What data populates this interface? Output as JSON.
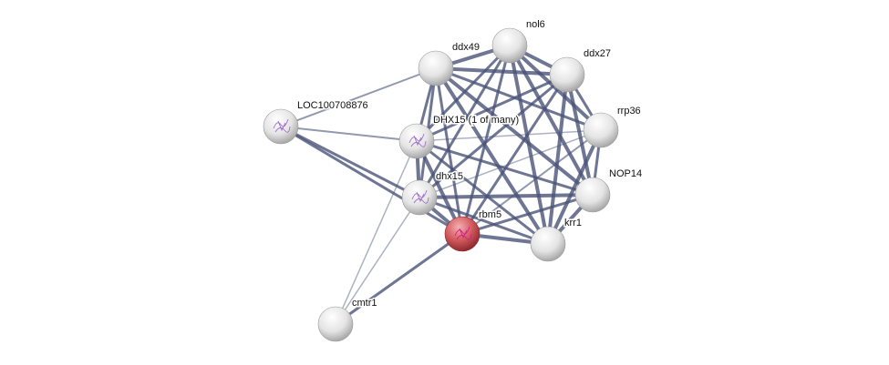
{
  "network": {
    "query_color": "#c9454a",
    "node_color": "#e8e8e8",
    "edge_color": "#4a5478",
    "nodes": [
      {
        "id": "nol6",
        "label": "nol6",
        "query": false,
        "structure": false
      },
      {
        "id": "ddx49",
        "label": "ddx49",
        "query": false,
        "structure": false
      },
      {
        "id": "ddx27",
        "label": "ddx27",
        "query": false,
        "structure": false
      },
      {
        "id": "LOC100708876",
        "label": "LOC100708876",
        "query": false,
        "structure": true
      },
      {
        "id": "DHX15",
        "label": "DHX15 (1 of many)",
        "query": false,
        "structure": true
      },
      {
        "id": "rrp36",
        "label": "rrp36",
        "query": false,
        "structure": false
      },
      {
        "id": "dhx15",
        "label": "dhx15",
        "query": false,
        "structure": true
      },
      {
        "id": "NOP14",
        "label": "NOP14",
        "query": false,
        "structure": false
      },
      {
        "id": "rbm5",
        "label": "rbm5",
        "query": true,
        "structure": true
      },
      {
        "id": "krr1",
        "label": "krr1",
        "query": false,
        "structure": false
      },
      {
        "id": "cmtr1",
        "label": "cmtr1",
        "query": false,
        "structure": false
      }
    ],
    "edges": [
      [
        "nol6",
        "ddx49",
        4
      ],
      [
        "nol6",
        "ddx27",
        4
      ],
      [
        "nol6",
        "DHX15",
        3
      ],
      [
        "nol6",
        "rrp36",
        4
      ],
      [
        "nol6",
        "dhx15",
        3
      ],
      [
        "nol6",
        "NOP14",
        4
      ],
      [
        "nol6",
        "rbm5",
        3
      ],
      [
        "nol6",
        "krr1",
        4
      ],
      [
        "ddx49",
        "ddx27",
        4
      ],
      [
        "ddx49",
        "DHX15",
        3
      ],
      [
        "ddx49",
        "rrp36",
        3
      ],
      [
        "ddx49",
        "dhx15",
        3
      ],
      [
        "ddx49",
        "NOP14",
        4
      ],
      [
        "ddx49",
        "rbm5",
        3
      ],
      [
        "ddx49",
        "krr1",
        4
      ],
      [
        "ddx27",
        "DHX15",
        3
      ],
      [
        "ddx27",
        "rrp36",
        3
      ],
      [
        "ddx27",
        "dhx15",
        3
      ],
      [
        "ddx27",
        "NOP14",
        4
      ],
      [
        "ddx27",
        "rbm5",
        3
      ],
      [
        "ddx27",
        "krr1",
        4
      ],
      [
        "DHX15",
        "rrp36",
        1.5
      ],
      [
        "DHX15",
        "dhx15",
        4
      ],
      [
        "DHX15",
        "NOP14",
        3
      ],
      [
        "DHX15",
        "rbm5",
        4
      ],
      [
        "DHX15",
        "krr1",
        3
      ],
      [
        "rrp36",
        "dhx15",
        1.5
      ],
      [
        "rrp36",
        "NOP14",
        3
      ],
      [
        "rrp36",
        "rbm5",
        2
      ],
      [
        "rrp36",
        "krr1",
        4
      ],
      [
        "dhx15",
        "NOP14",
        4
      ],
      [
        "dhx15",
        "rbm5",
        4
      ],
      [
        "dhx15",
        "krr1",
        3
      ],
      [
        "NOP14",
        "rbm5",
        3
      ],
      [
        "NOP14",
        "krr1",
        4
      ],
      [
        "rbm5",
        "krr1",
        4
      ],
      [
        "LOC100708876",
        "ddx49",
        2
      ],
      [
        "LOC100708876",
        "DHX15",
        2
      ],
      [
        "LOC100708876",
        "dhx15",
        3
      ],
      [
        "LOC100708876",
        "rbm5",
        3
      ],
      [
        "cmtr1",
        "DHX15",
        1.5
      ],
      [
        "cmtr1",
        "dhx15",
        1.5
      ],
      [
        "cmtr1",
        "rbm5",
        3
      ]
    ]
  }
}
